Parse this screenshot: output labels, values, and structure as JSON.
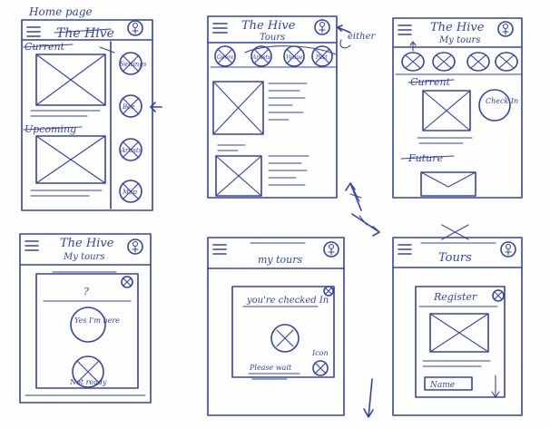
{
  "ink_color": "#3444a8",
  "paper_color": "#fefefe",
  "frame1": {
    "note": "Home page",
    "title": "The Hive",
    "section_current": "Current",
    "section_upcoming": "Upcoming",
    "nav_buttons": [
      "Settings",
      "Bee",
      "Artists",
      "Map"
    ],
    "icon": "avatar-icon"
  },
  "frame2": {
    "title": "The Hive",
    "subtitle": "Tours",
    "note": "either",
    "filter_chips": [
      "Genre",
      "Artists",
      "Venue",
      "Past"
    ],
    "icon": "avatar-icon"
  },
  "frame3": {
    "title": "The Hive",
    "subtitle": "My tours",
    "section_current": "Current",
    "check_in": "Check In",
    "section_future": "Future",
    "icon": "avatar-icon"
  },
  "frame4": {
    "title": "The Hive",
    "subtitle": "My tours",
    "question": "?",
    "yes_button": "Yes I'm here",
    "not_ready": "Not ready",
    "icon": "avatar-icon"
  },
  "frame5": {
    "title": "my tours",
    "modal_text": "you're checked In",
    "please_wait": "Please wait",
    "icon_label": "Icon",
    "icon": "avatar-icon"
  },
  "frame6": {
    "title": "Tours",
    "register": "Register",
    "name_field": "Name",
    "icon": "avatar-icon"
  }
}
